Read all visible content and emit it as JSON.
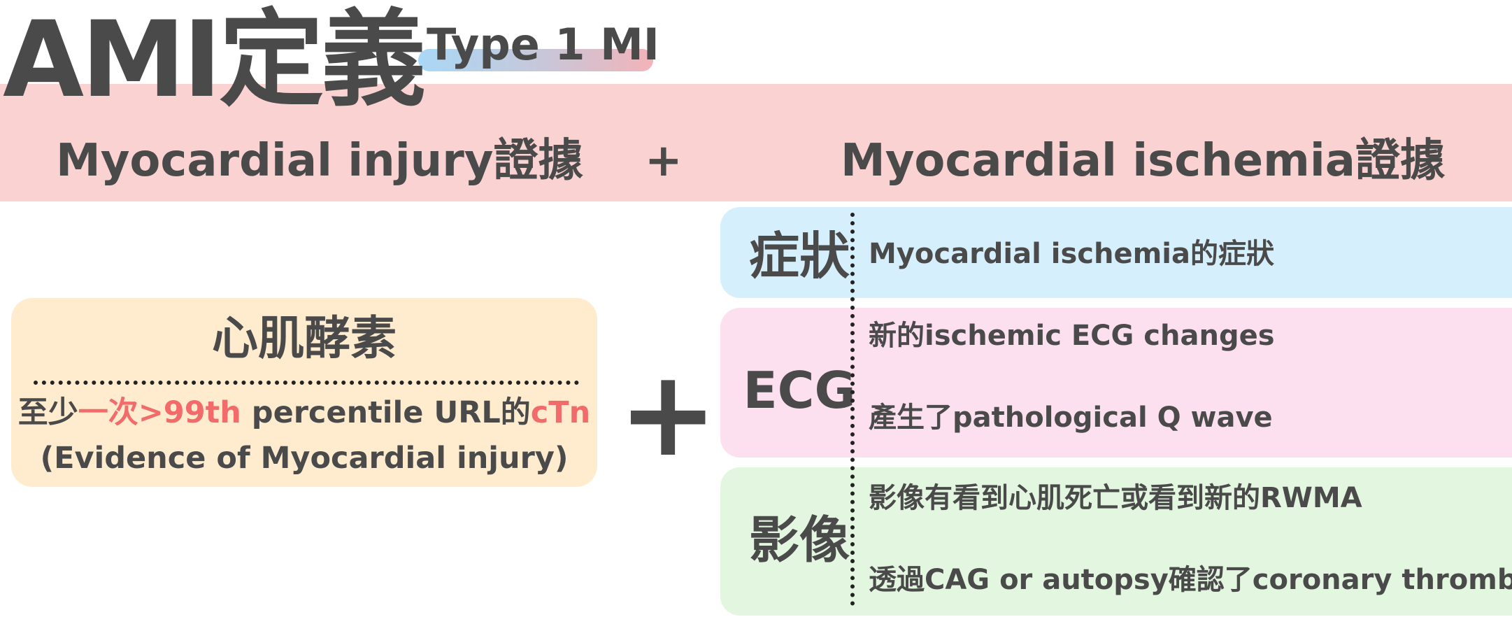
{
  "title": {
    "main": "AMI定義",
    "type": "Type 1 MI"
  },
  "header": {
    "left": "Myocardial injury證據",
    "plus": "+",
    "right": "Myocardial ischemia證據"
  },
  "enzyme": {
    "title": "心肌酵素",
    "line1_part1": "至少",
    "line1_part2": "一次>99th",
    "line1_part3": " percentile URL的",
    "line1_part4": "cTn",
    "line2": "(Evidence of Myocardial injury)"
  },
  "big_plus": "+",
  "criteria": {
    "symptom": {
      "label": "症狀",
      "items": [
        "Myocardial ischemia的症狀"
      ]
    },
    "ecg": {
      "label": "ECG",
      "items": [
        "新的ischemic ECG changes",
        "產生了pathological Q wave"
      ]
    },
    "imaging": {
      "label": "影像",
      "items": [
        "影像有看到心肌死亡或看到新的RWMA",
        "透過CAG or autopsy確認了coronary thrombus"
      ]
    }
  },
  "colors": {
    "text": "#4a4a4a",
    "header_band": "#fad2d2",
    "enzyme_card": "#ffecce",
    "highlight_red": "#f26b6b",
    "symptom_card": "#d6effc",
    "ecg_card": "#fde0ef",
    "imaging_card": "#e3f6e0"
  }
}
